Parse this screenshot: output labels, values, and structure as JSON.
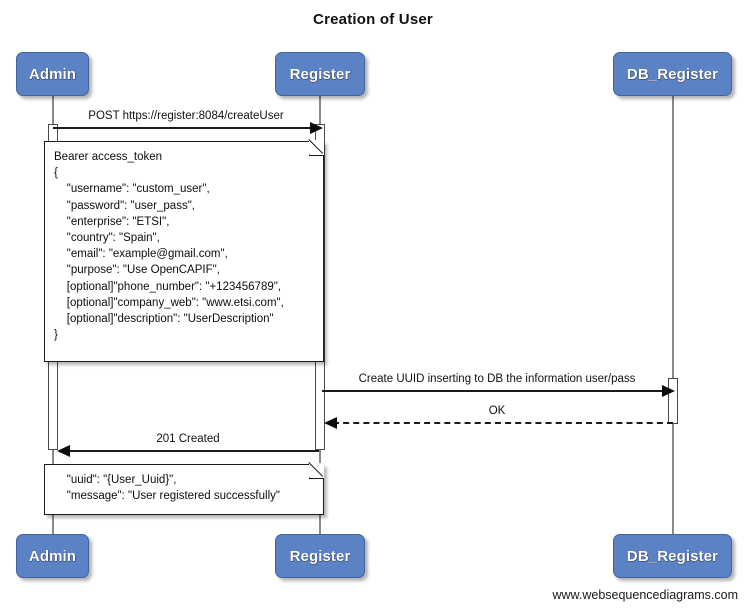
{
  "diagram": {
    "title": "Creation of User",
    "watermark": "www.websequencediagrams.com",
    "accent_color": "#5b82c4",
    "line_color": "#8a8a8a",
    "arrow_color": "#0c0c0c"
  },
  "participants": [
    {
      "id": "admin",
      "label": "Admin"
    },
    {
      "id": "register",
      "label": "Register"
    },
    {
      "id": "db_register",
      "label": "DB_Register"
    }
  ],
  "participants_bottom": [
    {
      "id": "admin",
      "label": "Admin"
    },
    {
      "id": "register",
      "label": "Register"
    },
    {
      "id": "db_register",
      "label": "DB_Register"
    }
  ],
  "messages": [
    {
      "id": "m1",
      "from": "admin",
      "to": "register",
      "label": "POST https://register:8084/createUser",
      "style": "solid",
      "direction": "right"
    },
    {
      "id": "m2",
      "from": "register",
      "to": "db_register",
      "label": "Create UUID inserting to DB the information user/pass",
      "style": "solid",
      "direction": "right"
    },
    {
      "id": "m3",
      "from": "db_register",
      "to": "register",
      "label": "OK",
      "style": "dashed",
      "direction": "left"
    },
    {
      "id": "m4",
      "from": "register",
      "to": "admin",
      "label": "201 Created",
      "style": "solid",
      "direction": "left"
    }
  ],
  "notes": [
    {
      "id": "note-request",
      "lines": [
        "Bearer access_token",
        "{",
        "    \"username\": \"custom_user\",",
        "    \"password\": \"user_pass\",",
        "    \"enterprise\": \"ETSI\",",
        "    \"country\": \"Spain\",",
        "    \"email\": \"example@gmail.com\",",
        "    \"purpose\": \"Use OpenCAPIF\",",
        "    [optional]\"phone_number\": \"+123456789\",",
        "    [optional]\"company_web\": \"www.etsi.com\",",
        "    [optional]\"description\": \"UserDescription\"",
        "}"
      ]
    },
    {
      "id": "note-response",
      "lines": [
        "    \"uuid\": \"{User_Uuid}\",",
        "    \"message\": \"User registered successfully\""
      ]
    }
  ]
}
